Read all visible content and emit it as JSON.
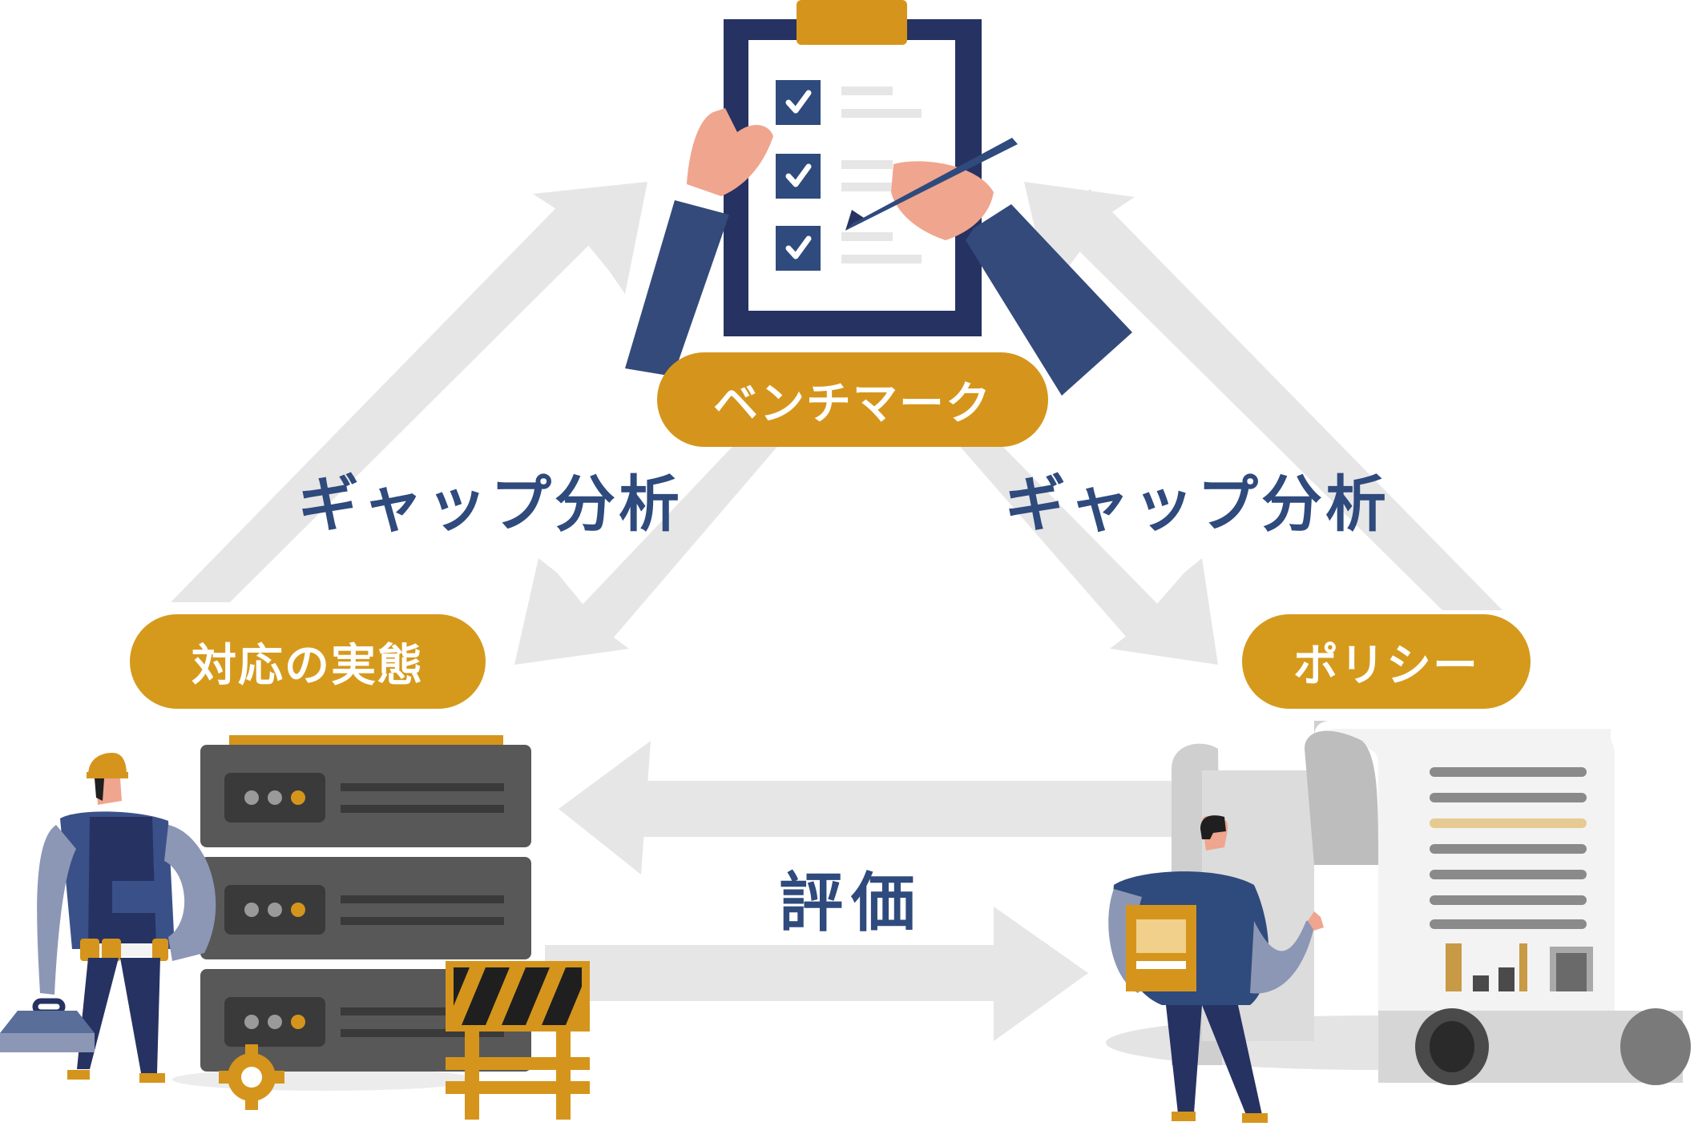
{
  "diagram": {
    "nodes": {
      "benchmark": "ベンチマーク",
      "actual_state": "対応の実態",
      "policy": "ポリシー"
    },
    "edge_labels": {
      "gap_analysis_left": "ギャップ分析",
      "gap_analysis_right": "ギャップ分析",
      "evaluation": "評価"
    }
  },
  "colors": {
    "accent_gold": "#d5951c",
    "navy": "#263262",
    "label_blue": "#2f4a7c",
    "arrow_gray": "#e6e6e6",
    "server_gray": "#585858"
  },
  "icons": [
    "clipboard-checklist-icon",
    "hand-with-pen-icon",
    "server-rack-icon",
    "worker-with-toolbox-icon",
    "construction-barrier-icon",
    "gear-icon",
    "policy-scroll-icon",
    "presenter-person-icon"
  ]
}
